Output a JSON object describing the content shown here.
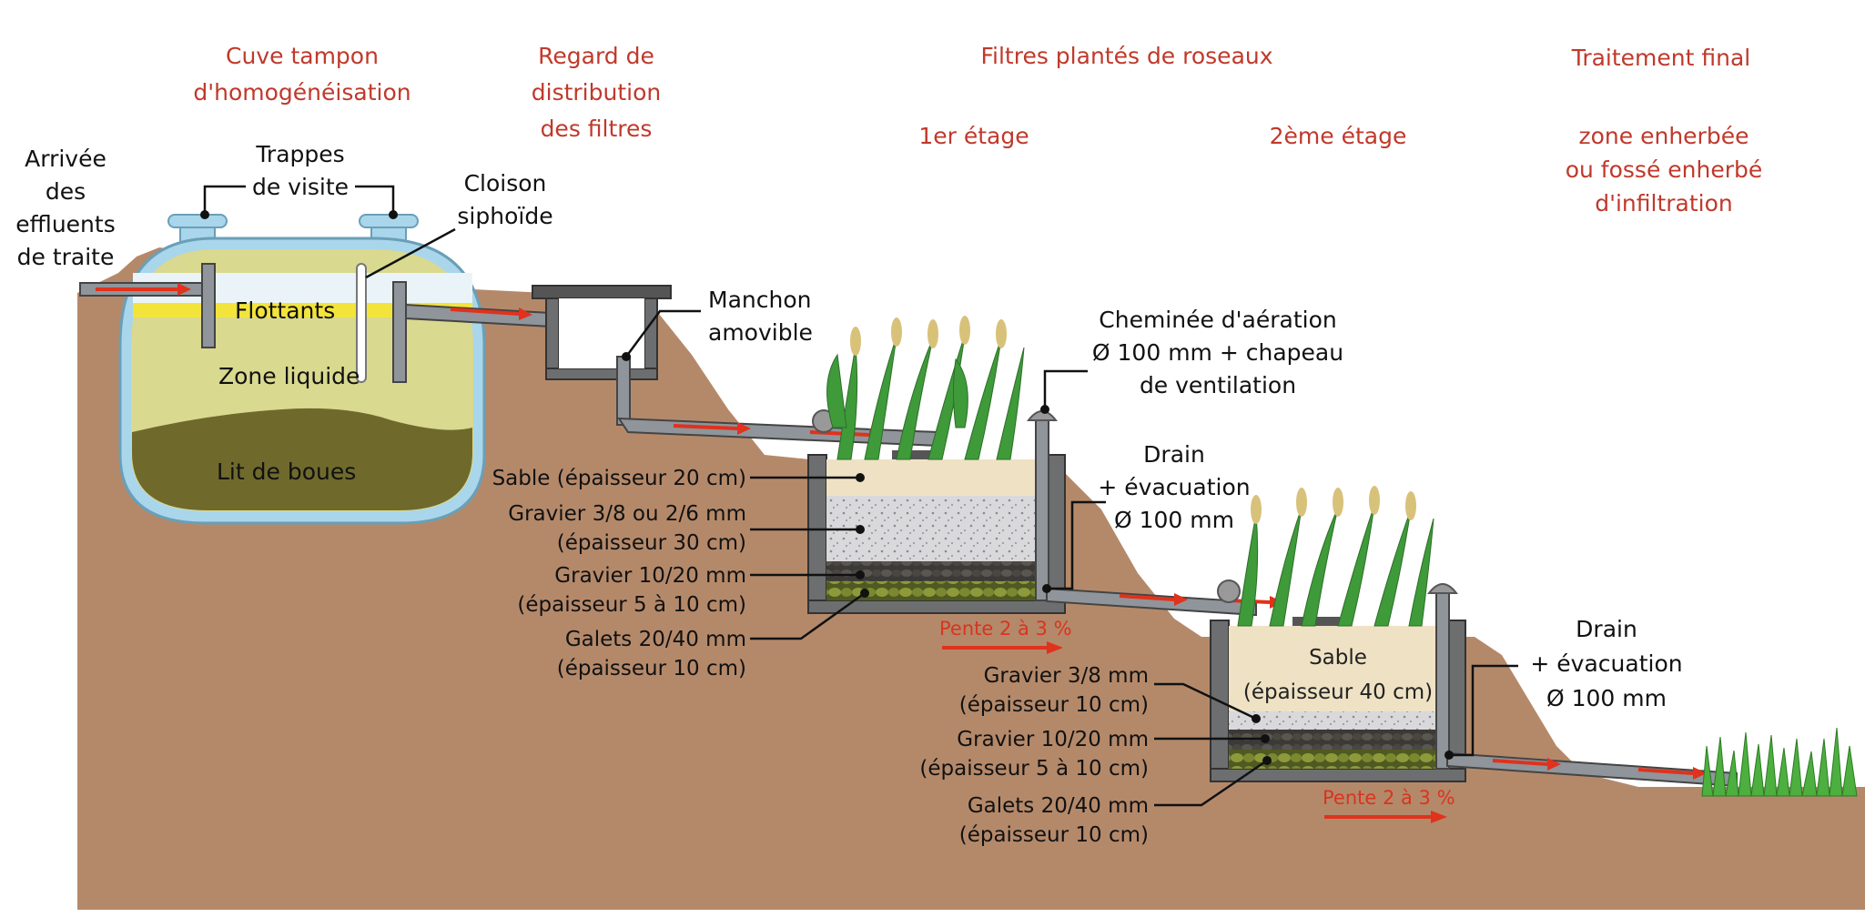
{
  "headers": {
    "cuve": [
      "Cuve tampon",
      "d'homogénéisation"
    ],
    "regard": [
      "Regard de",
      "distribution",
      "des filtres"
    ],
    "filtres": "Filtres plantés de roseaux",
    "etage1": "1er étage",
    "etage2": "2ème étage",
    "traitement": "Traitement final",
    "zone": [
      "zone enherbée",
      "ou fossé enherbé",
      "d'infiltration"
    ]
  },
  "labels": {
    "arrivee": [
      "Arrivée",
      "des",
      "effluents",
      "de traite"
    ],
    "trappes": [
      "Trappes",
      "de visite"
    ],
    "cloison": [
      "Cloison",
      "siphoïde"
    ],
    "flottants": "Flottants",
    "zone_liquide": "Zone liquide",
    "lit_boues": "Lit de boues",
    "manchon": [
      "Manchon",
      "amovible"
    ],
    "cheminee": [
      "Cheminée d'aération",
      "Ø 100 mm + chapeau",
      "de ventilation"
    ],
    "drain1": [
      "Drain",
      "+ évacuation",
      "Ø 100 mm"
    ],
    "drain2": [
      "Drain",
      "+ évacuation",
      "Ø 100 mm"
    ]
  },
  "filter1_layers": {
    "sable": "Sable (épaisseur 20 cm)",
    "gravier_fin": [
      "Gravier 3/8 ou 2/6 mm",
      "(épaisseur 30 cm)"
    ],
    "gravier_moyen": [
      "Gravier 10/20 mm",
      "(épaisseur 5 à 10 cm)"
    ],
    "galets": [
      "Galets 20/40 mm",
      "(épaisseur 10 cm)"
    ],
    "pente": "Pente 2 à 3 %"
  },
  "filter2_layers": {
    "sable": [
      "Sable",
      "(épaisseur 40 cm)"
    ],
    "gravier_fin": [
      "Gravier 3/8 mm",
      "(épaisseur 10 cm)"
    ],
    "gravier_moyen": [
      "Gravier 10/20 mm",
      "(épaisseur 5 à 10 cm)"
    ],
    "galets": [
      "Galets 20/40 mm",
      "(épaisseur 10 cm)"
    ],
    "pente": "Pente 2 à 3 %"
  },
  "colors": {
    "header_text": "#c0392b",
    "soil": "#b4896a",
    "flow_arrow": "#e0321c",
    "tank_outline": "#a9d6ea",
    "liquid": "#d9d98f",
    "floating": "#f3e43c",
    "sludge": "#6f6a2c",
    "sand": "#efe2c4",
    "gravel": "#d5d5d8",
    "reeds": "#3f9a3a"
  }
}
